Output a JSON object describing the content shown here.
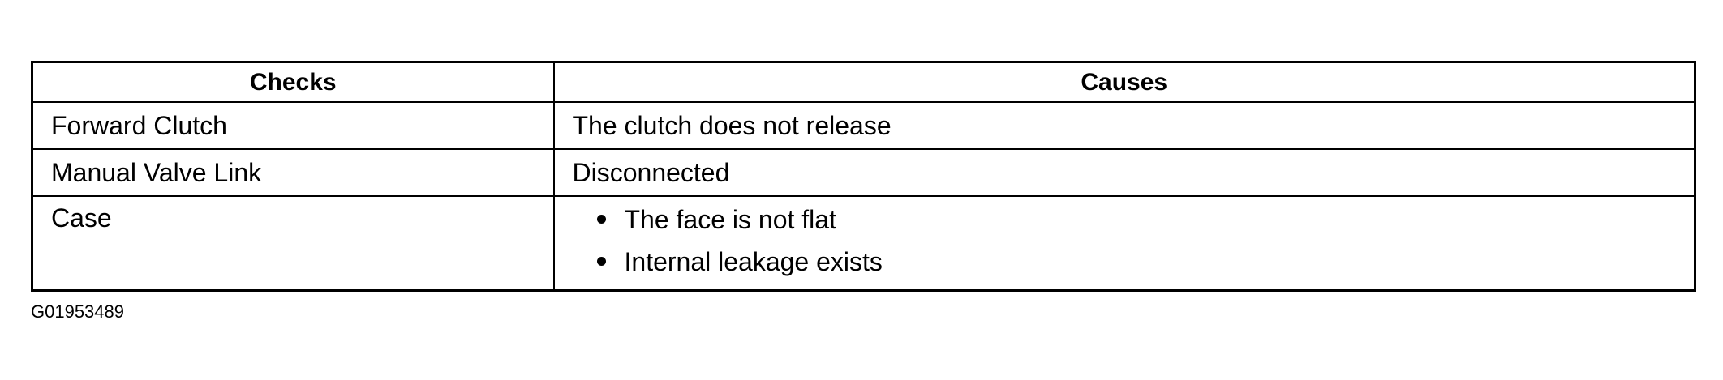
{
  "table": {
    "headers": [
      "Checks",
      "Causes"
    ],
    "rows": [
      {
        "check": "Forward Clutch",
        "causes": [
          "The clutch does not release"
        ]
      },
      {
        "check": "Manual Valve Link",
        "causes": [
          "Disconnected"
        ]
      },
      {
        "check": "Case",
        "causes": [
          "The face is not flat",
          "Internal leakage exists"
        ]
      }
    ]
  },
  "figure_id": "G01953489",
  "colors": {
    "text": "#000000",
    "border": "#000000",
    "background": "#ffffff"
  }
}
